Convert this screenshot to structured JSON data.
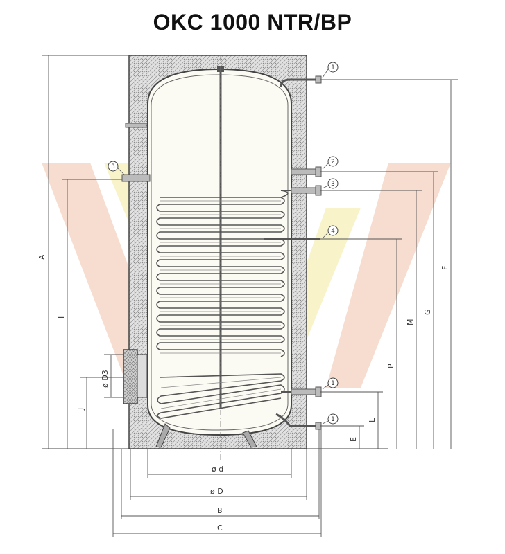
{
  "title": "OKC 1000 NTR/BP",
  "colors": {
    "line": "#444444",
    "insulation": "#d8d8d8",
    "tank_fill": "#fbfaf3",
    "watermark_red": "#f4d2c0",
    "watermark_yellow": "#f6efb8"
  },
  "callouts": {
    "c1": "1",
    "c2": "2",
    "c3": "3",
    "c4": "4",
    "c5": "3",
    "c6": "1",
    "c7": "1"
  },
  "dimensions": {
    "A": "A",
    "I": "I",
    "J": "J",
    "D3": "ø D3",
    "E": "E",
    "L": "L",
    "P": "P",
    "M": "M",
    "G": "G",
    "F": "F",
    "d": "ø d",
    "D": "ø D",
    "B": "B",
    "C": "C"
  }
}
